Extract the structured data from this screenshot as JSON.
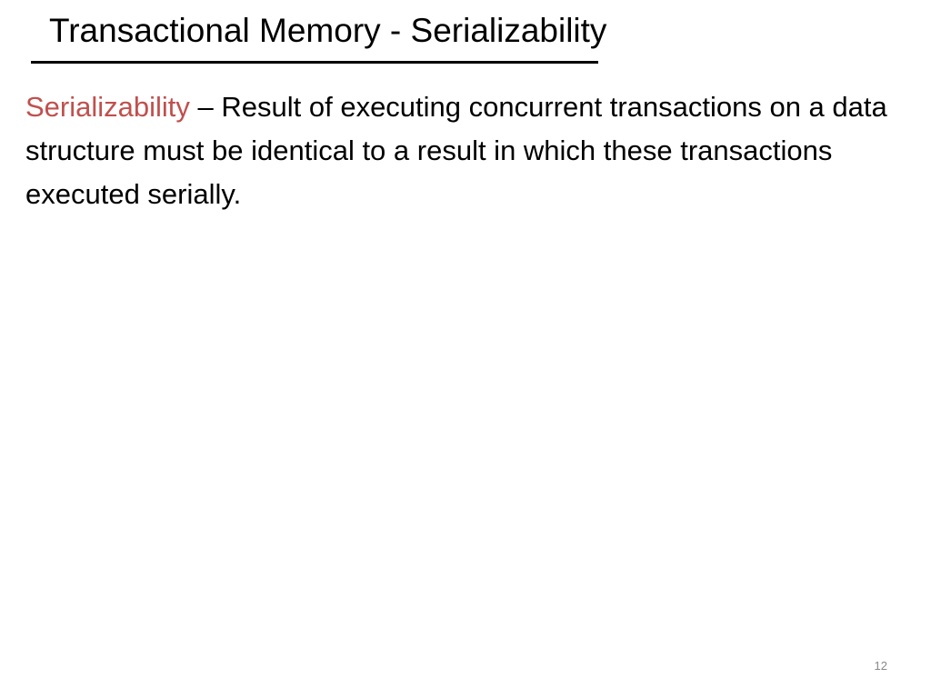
{
  "slide": {
    "title": "Transactional Memory - Serializability",
    "definition": {
      "term": "Serializability",
      "separator": " –  ",
      "text": "Result of executing concurrent transactions on a data structure must be identical to a result in which these transactions executed serially."
    },
    "page_number": "12"
  },
  "colors": {
    "term": "#c0504d",
    "text": "#000000",
    "page_number": "#888888"
  }
}
